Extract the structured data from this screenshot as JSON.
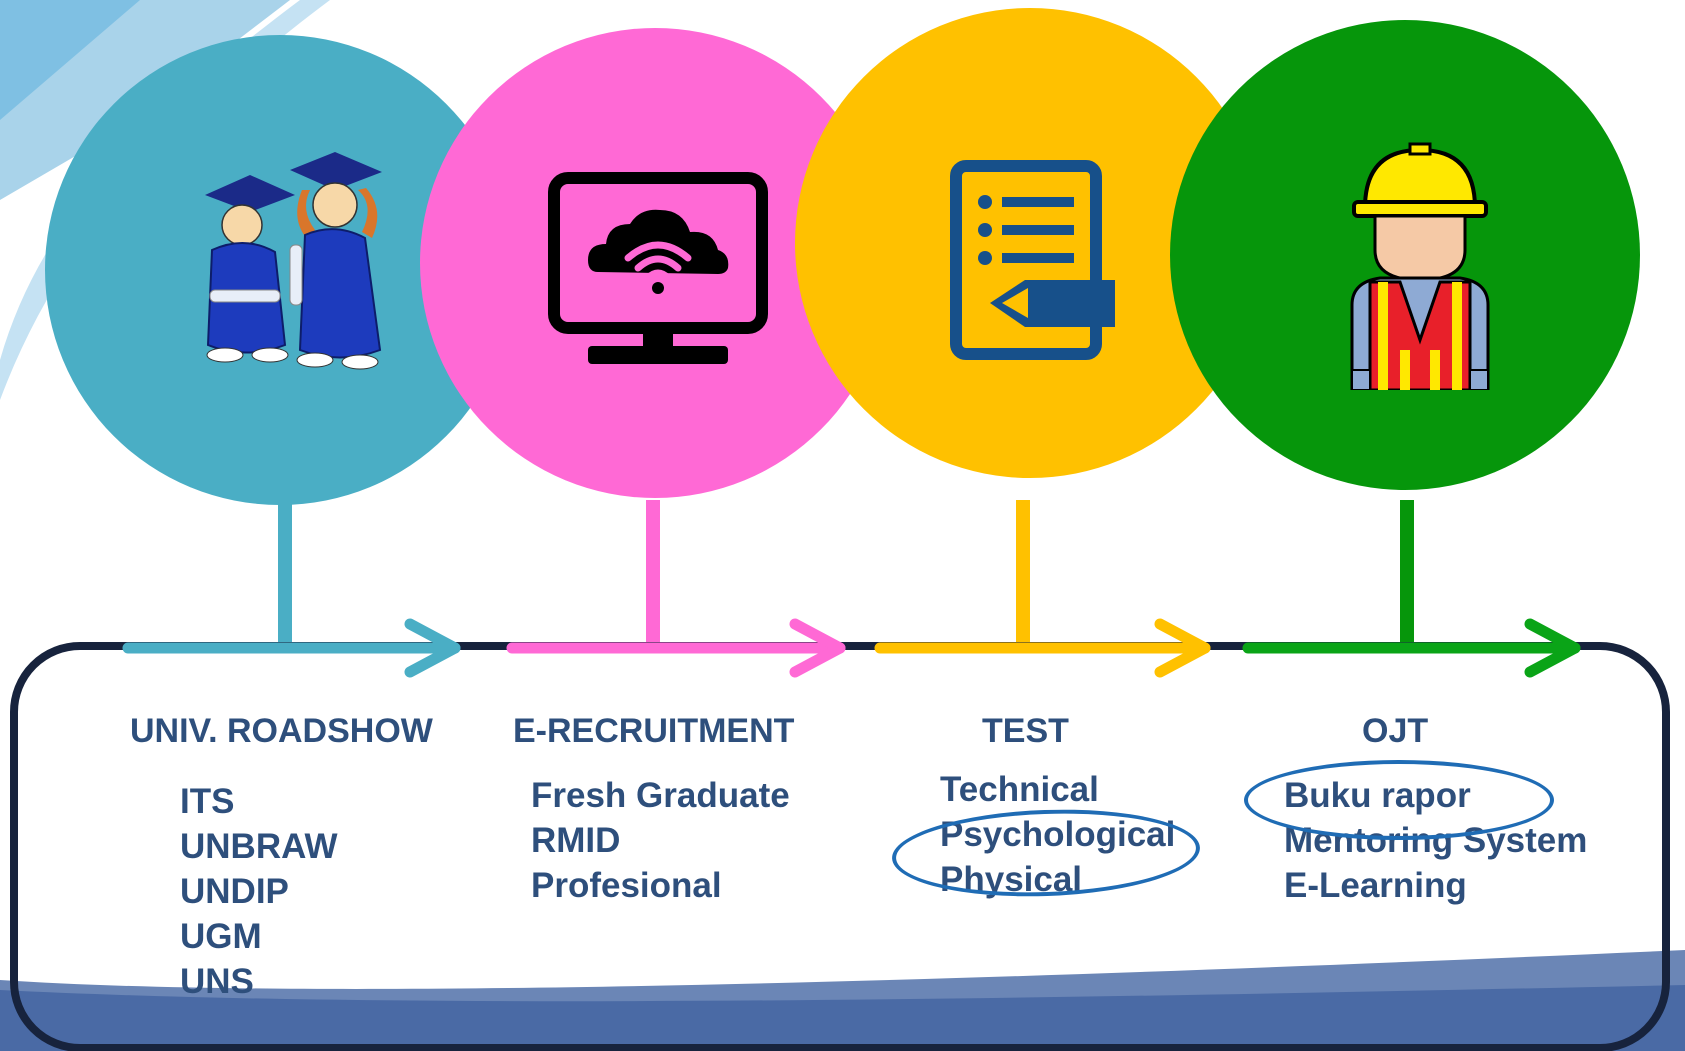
{
  "stages": [
    {
      "key": "roadshow",
      "title": "UNIV. ROADSHOW",
      "items": [
        "ITS",
        "UNBRAW",
        "UNDIP",
        "UGM",
        "UNS"
      ],
      "color": "#4aaec5",
      "icon": "graduates-icon"
    },
    {
      "key": "erecruitment",
      "title": "E-RECRUITMENT",
      "items": [
        "Fresh Graduate",
        "RMID",
        "Profesional"
      ],
      "color": "#ff69d5",
      "icon": "cloud-monitor-icon"
    },
    {
      "key": "test",
      "title": "TEST",
      "items": [
        "Technical",
        "Psychological",
        "Physical"
      ],
      "color": "#ffc100",
      "icon": "checklist-pencil-icon",
      "highlighted": "Psychological"
    },
    {
      "key": "ojt",
      "title": "OJT",
      "items": [
        "Buku rapor",
        "Mentoring System",
        "E-Learning"
      ],
      "color": "#06960b",
      "icon": "construction-worker-icon",
      "highlighted": "Buku rapor"
    }
  ],
  "colors": {
    "text": "#2e4f7c",
    "panel_border": "#17233d",
    "highlight_oval": "#1f6cb5",
    "arrow_green": "#0aa417"
  }
}
